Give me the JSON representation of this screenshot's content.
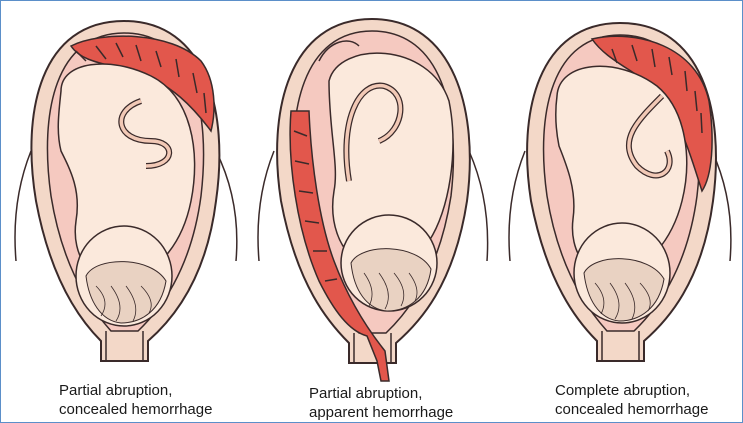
{
  "panels": [
    {
      "caption_line1": "Partial abruption,",
      "caption_line2": "concealed hemorrhage"
    },
    {
      "caption_line1": "Partial abruption,",
      "caption_line2": "apparent hemorrhage"
    },
    {
      "caption_line1": "Complete abruption,",
      "caption_line2": "concealed hemorrhage"
    }
  ],
  "colors": {
    "frame": "#5b8fc9",
    "uterus_wall": "#f3d8c8",
    "amniotic": "#f5c9c0",
    "fetus": "#fbe9dc",
    "blood": "#e2574c",
    "outline": "#3a2a2a"
  }
}
